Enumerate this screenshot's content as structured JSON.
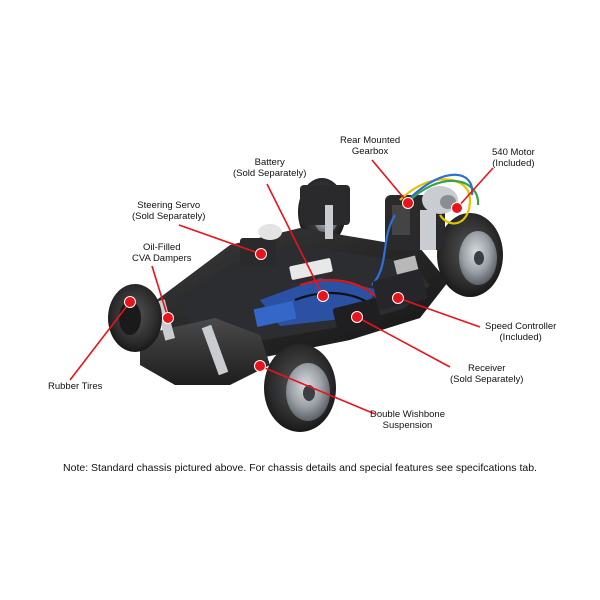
{
  "labels": {
    "rear_gearbox": [
      "Rear Mounted",
      "Gearbox"
    ],
    "motor": [
      "540 Motor",
      "(Included)"
    ],
    "battery": [
      "Battery",
      "(Sold Separately)"
    ],
    "steering_servo": [
      "Steering Servo",
      "(Sold Separately)"
    ],
    "dampers": [
      "Oil-Filled",
      "CVA Dampers"
    ],
    "speed_controller": [
      "Speed Controller",
      "(Included)"
    ],
    "receiver": [
      "Receiver",
      "(Sold Separately)"
    ],
    "rubber_tires": [
      "Rubber Tires"
    ],
    "suspension": [
      "Double Wishbone",
      "Suspension"
    ]
  },
  "note": "Note: Standard chassis pictured above. For chassis details and special features see specifcations tab.",
  "colors": {
    "callout": "#e8141c",
    "tire": "#2b2b2b",
    "chassis": "#1c1c1c",
    "rim": "#9aa0a6",
    "chrome": "#c9ccd0",
    "blue_part": "#2a58b8"
  }
}
